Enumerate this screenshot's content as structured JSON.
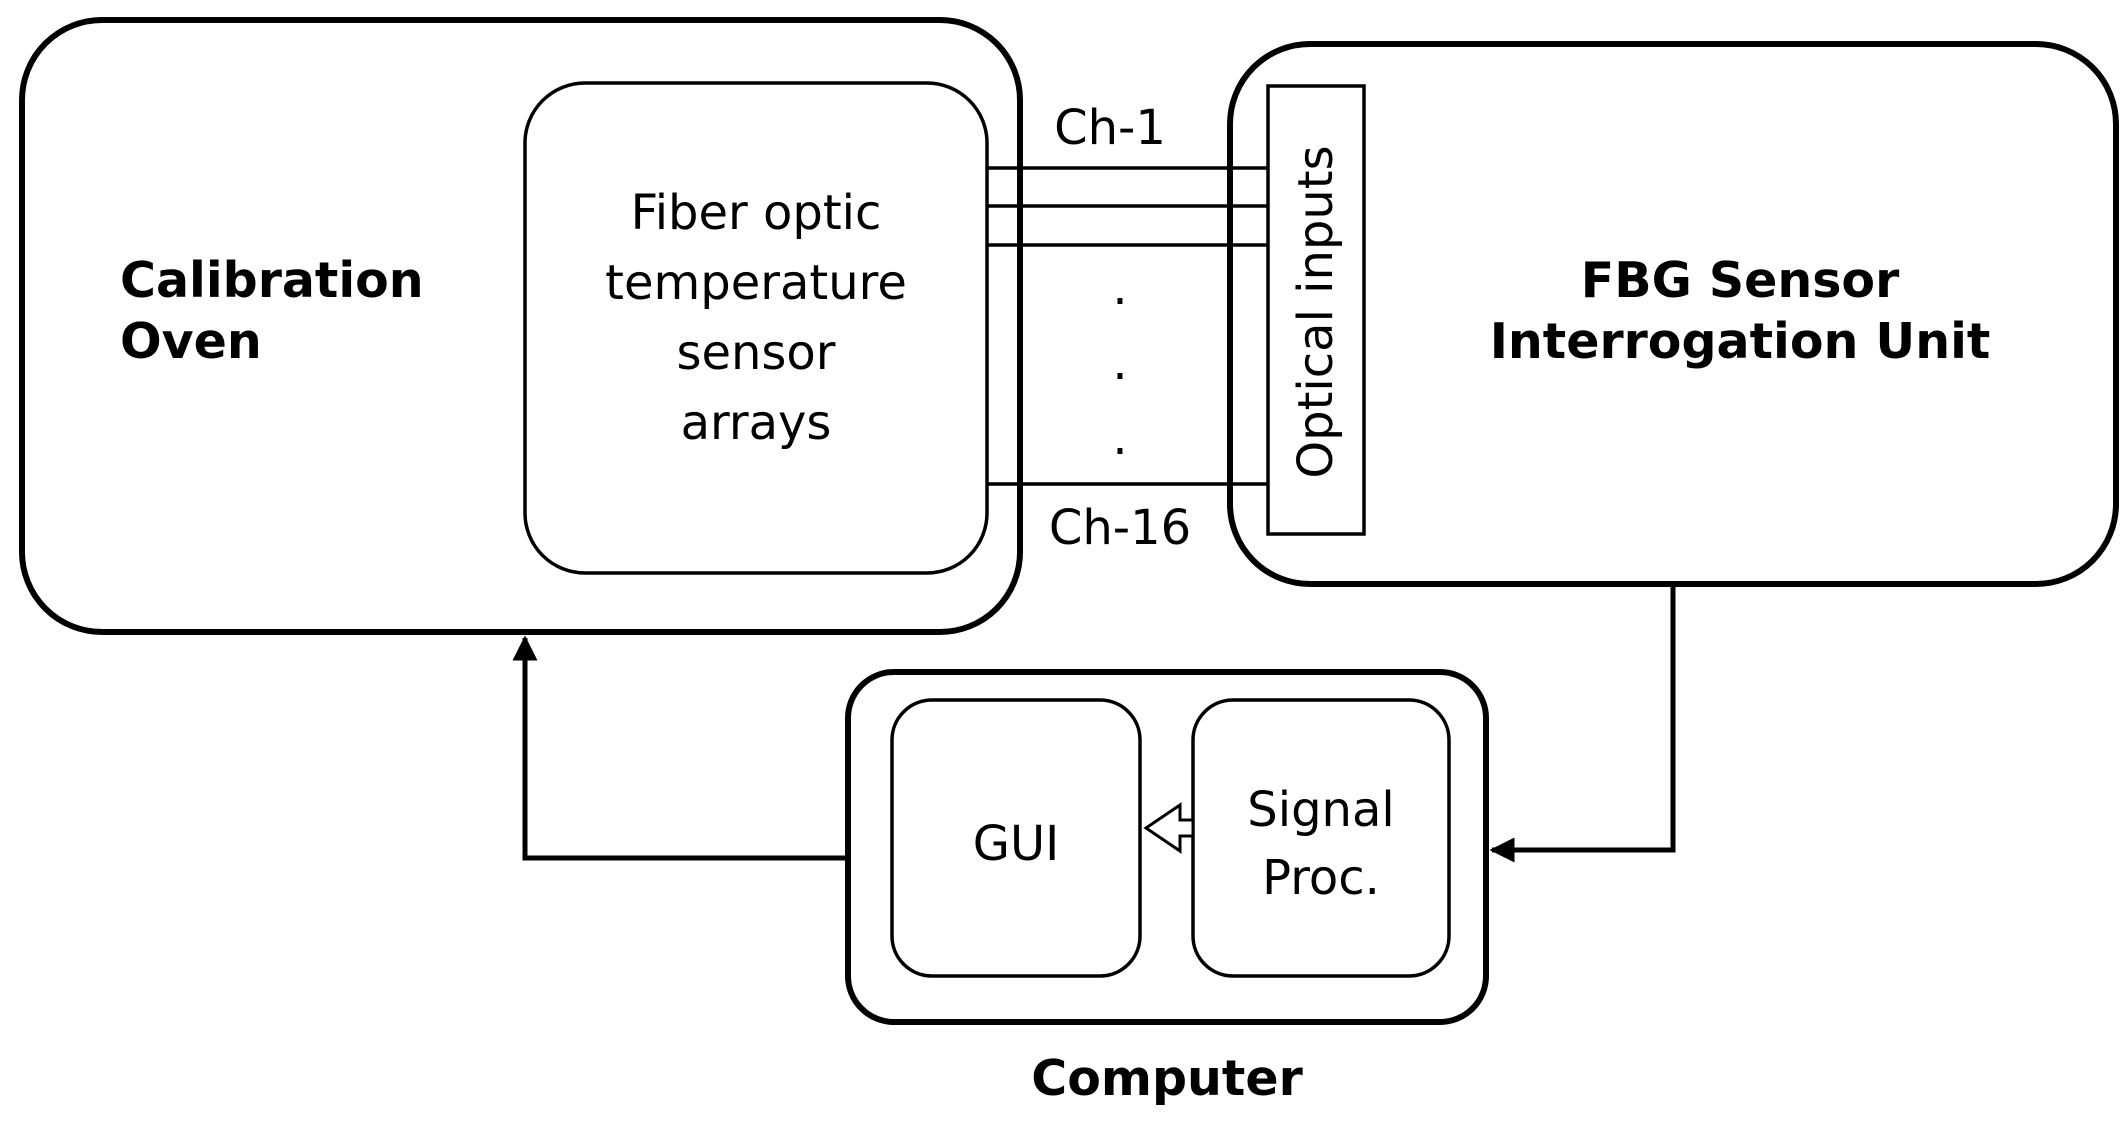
{
  "calibration_oven": {
    "label_line1": "Calibration",
    "label_line2": "Oven"
  },
  "sensor_arrays": {
    "line1": "Fiber optic",
    "line2": "temperature",
    "line3": "sensor",
    "line4": "arrays"
  },
  "channels": {
    "first": "Ch-1",
    "last": "Ch-16",
    "ellipsis": "."
  },
  "optical_inputs": {
    "label": "Optical inputs"
  },
  "interrogation_unit": {
    "label_line1": "FBG Sensor",
    "label_line2": "Interrogation Unit"
  },
  "computer": {
    "label": "Computer",
    "gui_label": "GUI",
    "signal_proc_line1": "Signal",
    "signal_proc_line2": "Proc."
  },
  "colors": {
    "stroke": "#000000",
    "background": "#ffffff"
  }
}
